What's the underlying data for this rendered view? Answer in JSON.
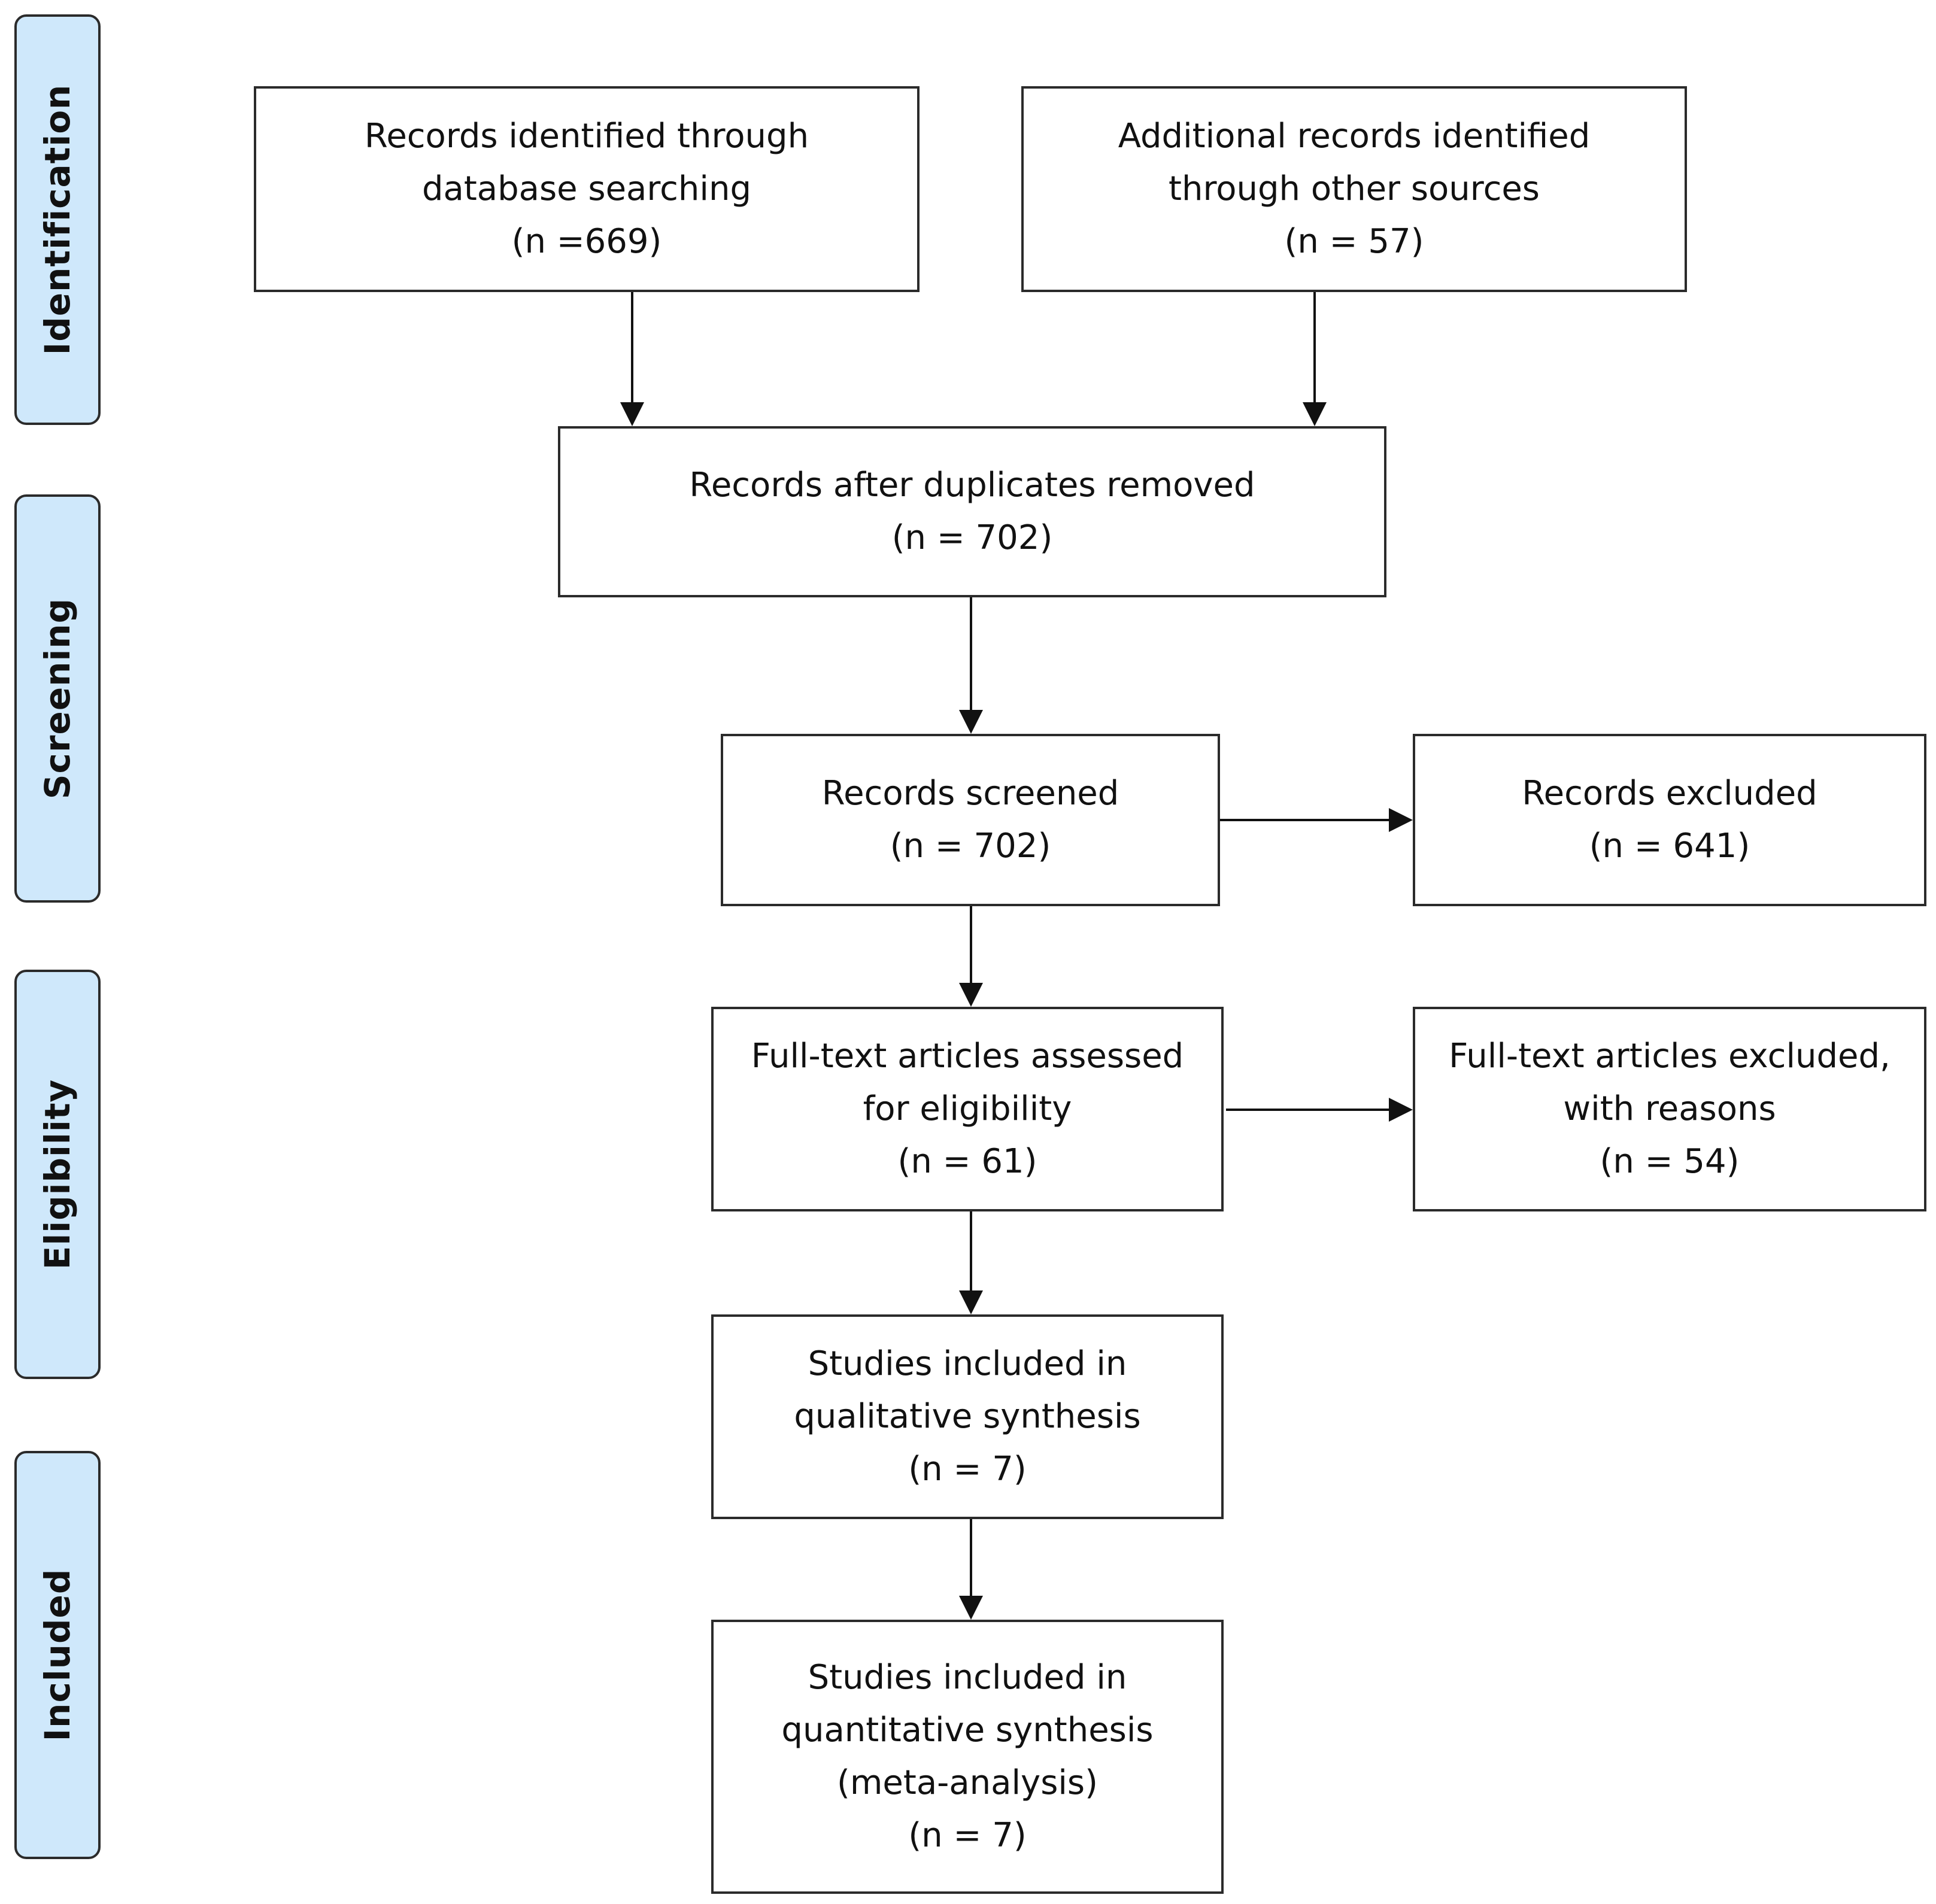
{
  "phases": {
    "identification": "Identification",
    "screening": "Screening",
    "eligibility": "Eligibility",
    "included": "Included"
  },
  "boxes": {
    "database_records": {
      "line1": "Records identified through",
      "line2": "database searching",
      "count": "(n =669)"
    },
    "other_records": {
      "line1": "Additional records identified",
      "line2": "through other sources",
      "count": "(n = 57)"
    },
    "duplicates_removed": {
      "line1": "Records after duplicates removed",
      "count": "(n = 702)"
    },
    "screened": {
      "line1": "Records screened",
      "count": "(n = 702)"
    },
    "excluded": {
      "line1": "Records excluded",
      "count": "(n = 641)"
    },
    "fulltext_assessed": {
      "line1": "Full-text articles assessed",
      "line2": "for eligibility",
      "count": "(n = 61)"
    },
    "fulltext_excluded": {
      "line1": "Full-text articles excluded,",
      "line2": "with reasons",
      "count": "(n = 54)"
    },
    "qualitative": {
      "line1": "Studies included in",
      "line2": "qualitative synthesis",
      "count": "(n = 7)"
    },
    "quantitative": {
      "line1": "Studies included in",
      "line2": "quantitative synthesis",
      "line3": "(meta-analysis)",
      "count": "(n = 7)"
    }
  }
}
